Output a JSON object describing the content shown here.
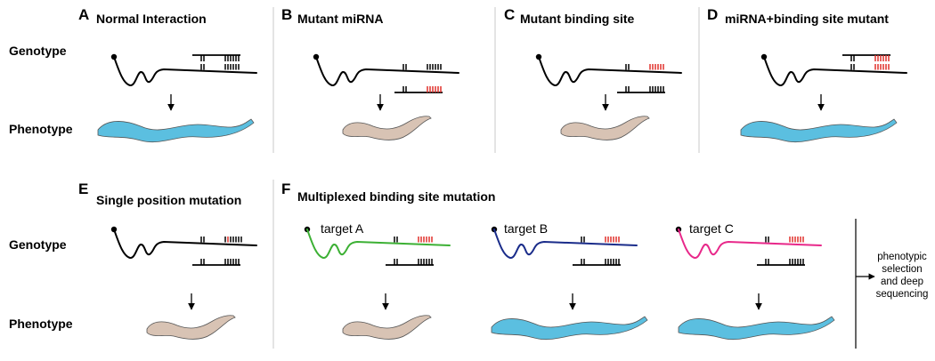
{
  "panels": [
    {
      "id": "A",
      "title": "Normal Interaction",
      "phenotype": "wild-type",
      "mrna_color": "#000000",
      "mrna_site_mutant": false,
      "mirna_seed_mutant": false,
      "mirna_paired": true
    },
    {
      "id": "B",
      "title": "Mutant miRNA",
      "phenotype": "mutant",
      "mrna_color": "#000000",
      "mrna_site_mutant": false,
      "mirna_seed_mutant": true,
      "mirna_paired": false
    },
    {
      "id": "C",
      "title": "Mutant binding site",
      "phenotype": "mutant",
      "mrna_color": "#000000",
      "mrna_site_mutant": true,
      "mirna_seed_mutant": false,
      "mirna_paired": false
    },
    {
      "id": "D",
      "title": "miRNA+binding site mutant",
      "phenotype": "wild-type",
      "mrna_color": "#000000",
      "mrna_site_mutant": true,
      "mirna_seed_mutant": true,
      "mirna_paired": true
    },
    {
      "id": "E",
      "title": "Single position mutation",
      "phenotype": "mutant",
      "mrna_color": "#000000",
      "mrna_site_mutant": "single",
      "mirna_seed_mutant": false,
      "mirna_paired": false
    },
    {
      "id": "F",
      "title": "Multiplexed binding site mutation"
    }
  ],
  "targets": [
    {
      "label": "target A",
      "mrna_color": "#3cb034",
      "phenotype": "mutant"
    },
    {
      "label": "target B",
      "mrna_color": "#1a2c8a",
      "phenotype": "wild-type"
    },
    {
      "label": "target C",
      "mrna_color": "#e8288a",
      "phenotype": "wild-type"
    }
  ],
  "row_labels": {
    "genotype": "Genotype",
    "phenotype": "Phenotype"
  },
  "selection_text": [
    "phenotypic",
    "selection",
    "and deep",
    "sequencing"
  ],
  "colors": {
    "wild_type_worm": "#5bbfe0",
    "mutant_worm": "#d8c3b4",
    "mutation_mark": "#e0302a",
    "divider": "#c8c8c8"
  }
}
